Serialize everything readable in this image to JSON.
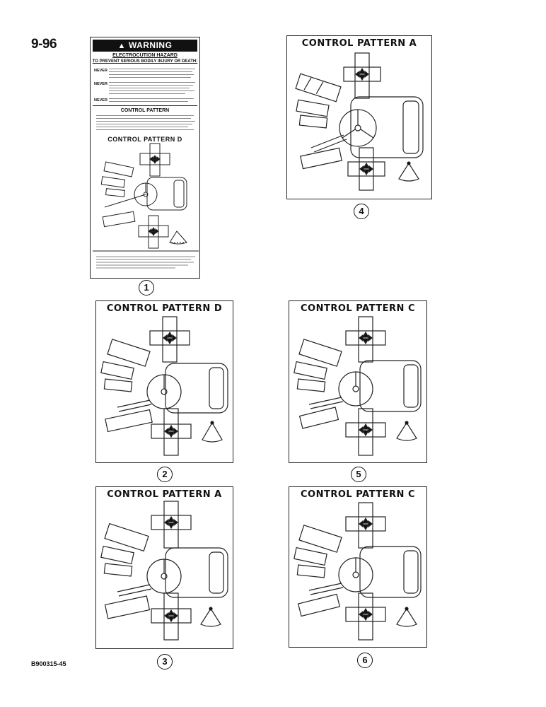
{
  "page": {
    "number": "9-96",
    "code": "B900315-45"
  },
  "warning_decal": {
    "header": "WARNING",
    "hazard": "ELECTROCUTION HAZARD",
    "prevent": "TO PREVENT SERIOUS BODILY INJURY OR DEATH:",
    "never_labels": [
      "NEVER",
      "NEVER",
      "NEVER"
    ],
    "control_pattern_heading": "CONTROL PATTERN",
    "pattern_title": "CONTROL PATTERN D",
    "callout": "1"
  },
  "decals": [
    {
      "id": "d4",
      "title": "CONTROL PATTERN A",
      "callout": "4"
    },
    {
      "id": "d2",
      "title": "CONTROL PATTERN D",
      "callout": "2"
    },
    {
      "id": "d5",
      "title": "CONTROL PATTERN C",
      "callout": "5"
    },
    {
      "id": "d3",
      "title": "CONTROL PATTERN A",
      "callout": "3"
    },
    {
      "id": "d6",
      "title": "CONTROL PATTERN C",
      "callout": "6"
    }
  ]
}
